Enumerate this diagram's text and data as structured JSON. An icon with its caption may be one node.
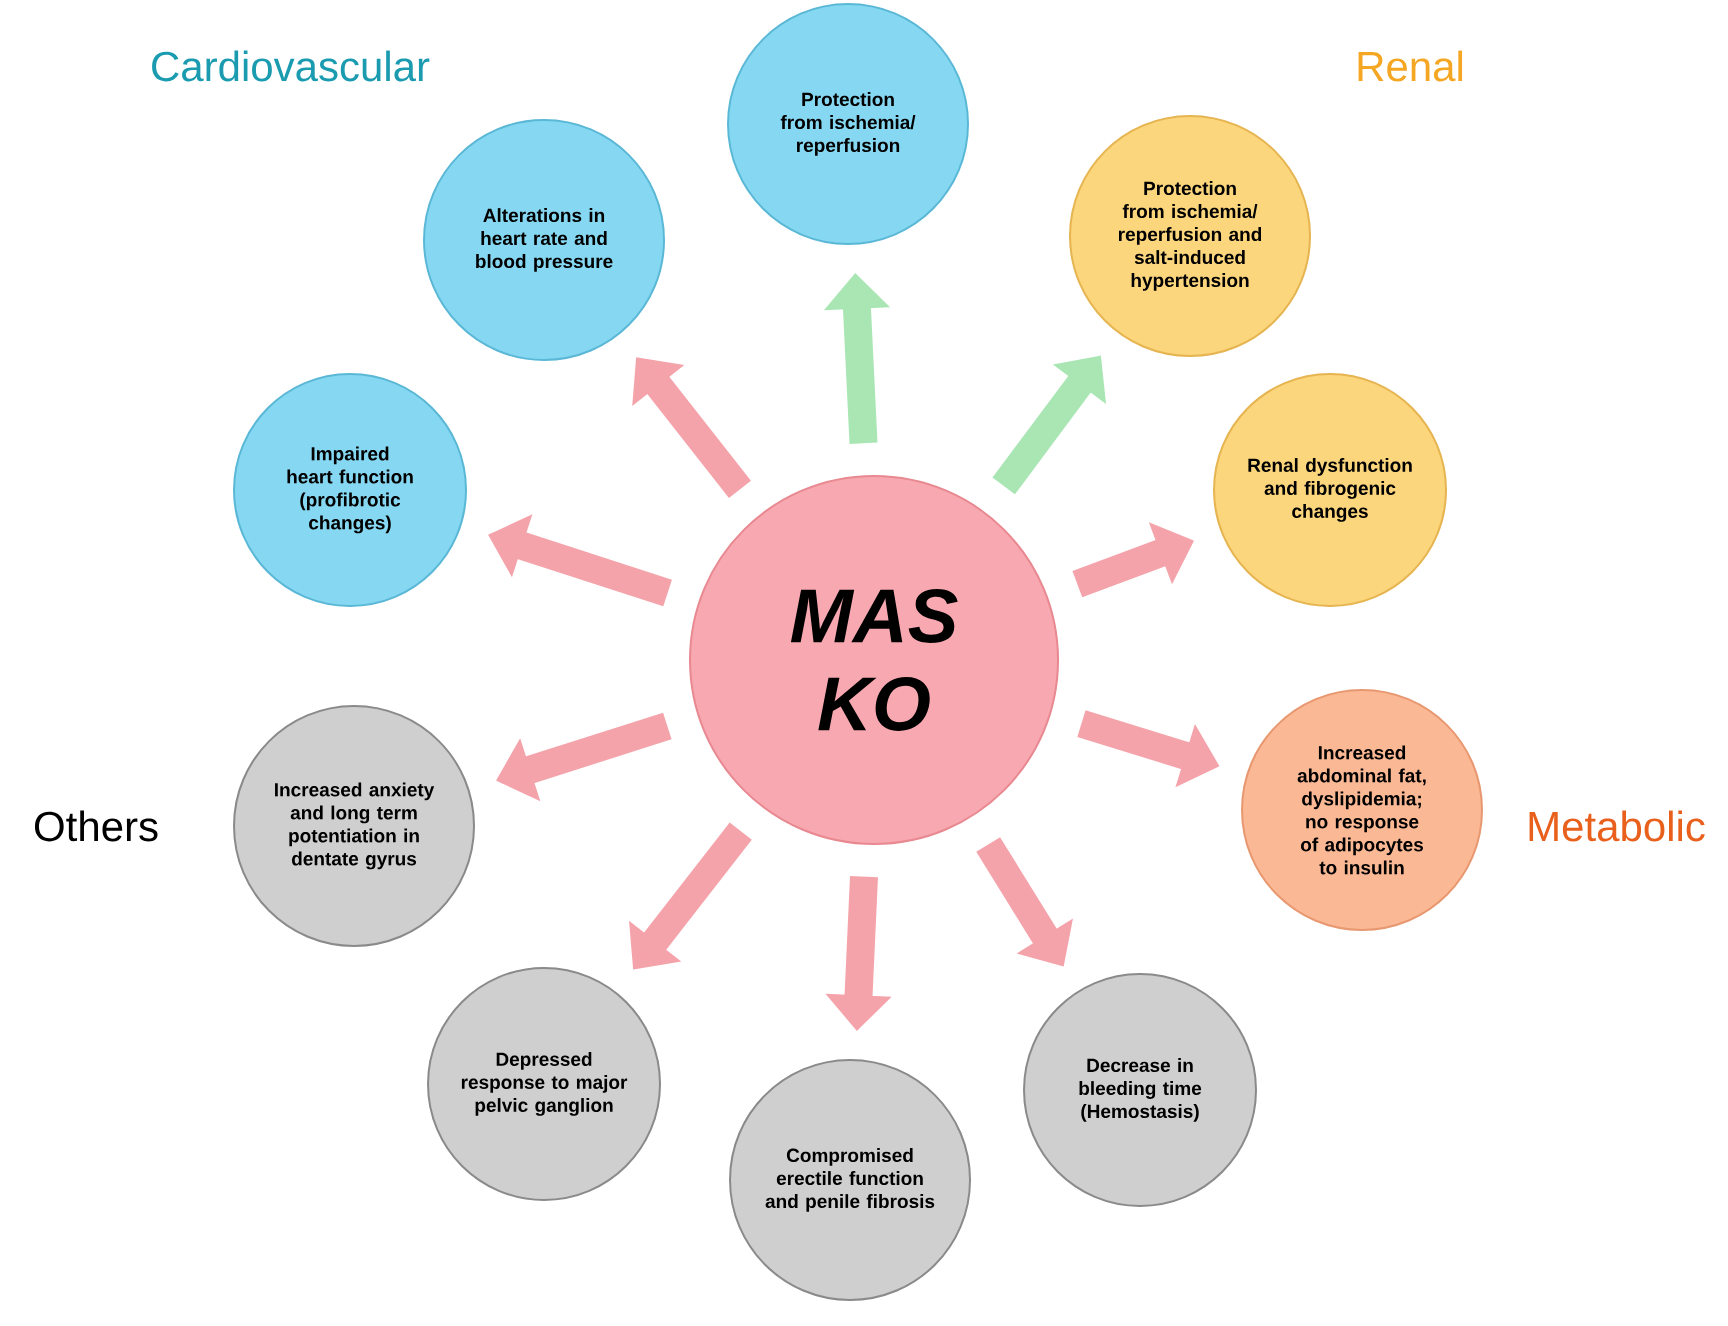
{
  "diagram": {
    "nodes": [
      {
        "text": [
          "MAS KO"
        ]
      },
      {
        "text": [
          "Protection from ischemia/ reperfusion"
        ]
      },
      {
        "text": [
          "Protection from ischemia/ reperfusion and salt-induced hypertension"
        ]
      },
      {
        "text": [
          "Renal dysfunction and fibrogenic changes"
        ]
      },
      {
        "text": [
          "Increased abdominal fat, dyslipidemia; no response of adipocytes to insulin"
        ]
      },
      {
        "text": [
          "Decrease in bleeding time (Hemostasis)"
        ]
      },
      {
        "text": [
          "Compromised erectile function and penile fibrosis"
        ]
      },
      {
        "text": [
          "Depressed response to major pelvic ganglion"
        ]
      },
      {
        "text": [
          "Increased anxiety and long term potentiation in dentate gyrus"
        ]
      },
      {
        "text": [
          "Impaired heart function (profibrotic changes)"
        ]
      },
      {
        "text": [
          "Alterations in heart rate and blood pressure"
        ]
      }
    ],
    "edges": [
      {
        "from": 0,
        "to": 1,
        "arrow": "to",
        "color": "#a9e6b4"
      },
      {
        "from": 0,
        "to": 2,
        "arrow": "to",
        "color": "#a9e6b4"
      },
      {
        "from": 0,
        "to": 3,
        "arrow": "to"
      },
      {
        "from": 0,
        "to": 4,
        "arrow": "to"
      },
      {
        "from": 0,
        "to": 5,
        "arrow": "to"
      },
      {
        "from": 0,
        "to": 6,
        "arrow": "to"
      },
      {
        "from": 0,
        "to": 7,
        "arrow": "to"
      },
      {
        "from": 0,
        "to": 8,
        "arrow": "to"
      },
      {
        "from": 0,
        "to": 9,
        "arrow": "to"
      },
      {
        "from": 0,
        "to": 10,
        "arrow": "to"
      }
    ],
    "labels": [
      "Cardiovascular",
      "Renal",
      "Others",
      "Metabolic"
    ]
  }
}
